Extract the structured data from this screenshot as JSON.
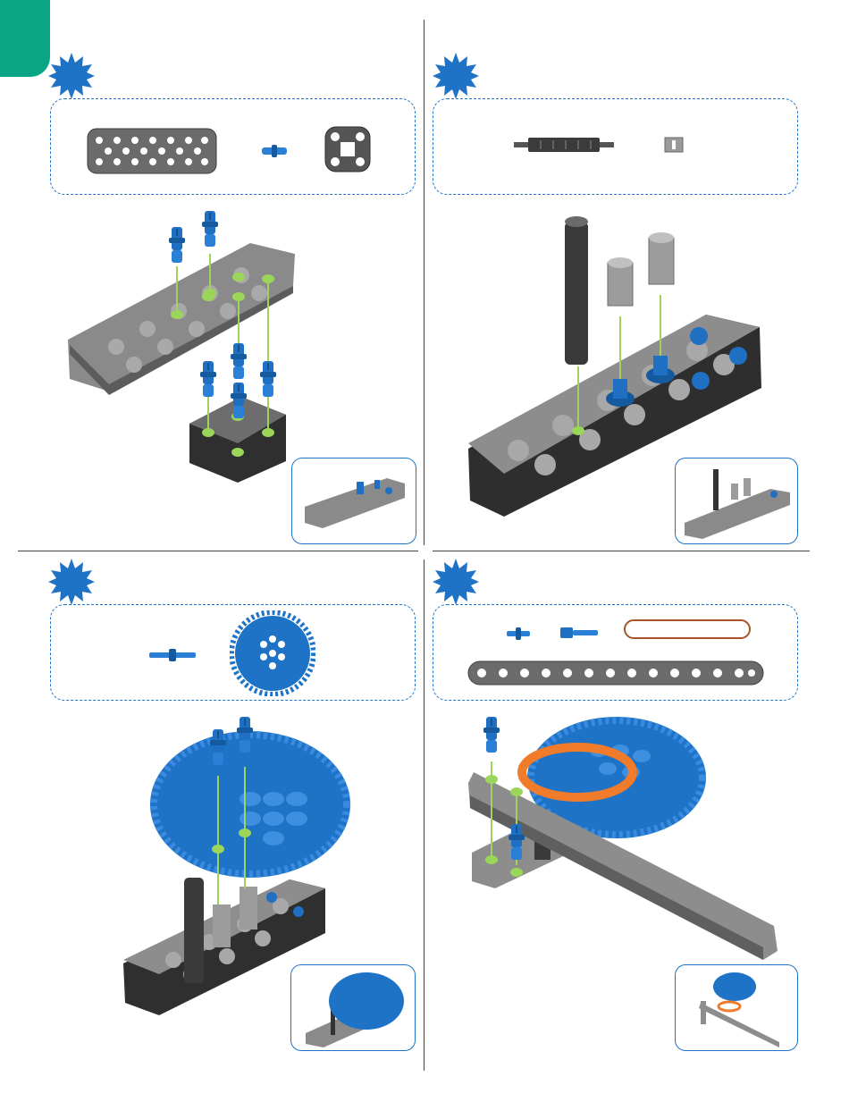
{
  "page": {
    "accent_color": "#0aa585",
    "brand_blue": "#1f73c7",
    "steps": [
      {
        "id": "step-1",
        "parts": [
          "plate-2x6-icon",
          "connector-pin-icon",
          "hub-square-icon"
        ],
        "illustration": "plate-assembly-with-pins",
        "inset": "completed-plate-preview"
      },
      {
        "id": "step-2",
        "parts": [
          "axle-long-icon",
          "standoff-small-icon"
        ],
        "illustration": "plate-with-axle-and-standoffs",
        "inset": "completed-axle-preview"
      },
      {
        "id": "step-3",
        "parts": [
          "double-pin-icon",
          "gear-large-icon"
        ],
        "illustration": "gear-mounted-on-plate",
        "inset": "completed-gear-preview"
      },
      {
        "id": "step-4",
        "parts": [
          "connector-pin-icon",
          "capped-pin-icon",
          "rubber-band-icon",
          "beam-long-icon"
        ],
        "illustration": "beam-and-band-on-gear",
        "inset": "completed-lever-preview"
      }
    ]
  }
}
